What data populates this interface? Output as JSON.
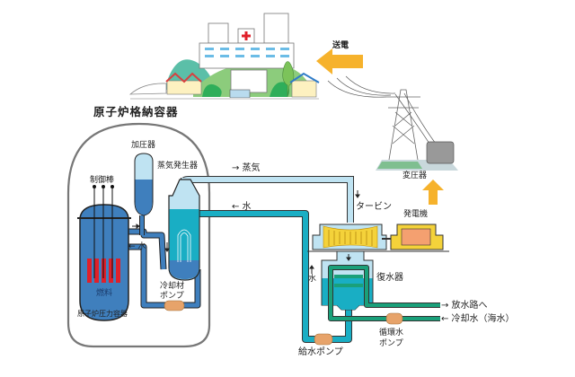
{
  "labels": {
    "containment": "原子炉格納容器",
    "pressurizer": "加圧器",
    "steam_generator": "蒸気発生器",
    "control_rods": "制御棒",
    "fuel": "燃料",
    "pressure_vessel": "原子炉圧力容器",
    "coolant_pump_1": "冷却材",
    "coolant_pump_2": "ポンプ",
    "water_inner": "← 水",
    "steam": "→ 蒸気",
    "water": "← 水",
    "turbine": "タービン",
    "generator": "発電機",
    "transformer": "変圧器",
    "transmission": "送電",
    "condenser": "復水器",
    "water_up": "水",
    "discharge": "→ 放水路へ",
    "cooling_water": "← 冷却水（海水）",
    "circ_pump_1": "循環水",
    "circ_pump_2": "ポンプ",
    "feed_pump": "給水ポンプ"
  },
  "colors": {
    "vessel": "#3f7fbd",
    "light_blue": "#bfe3f2",
    "teal": "#19aec4",
    "fuel_red": "#e0202a",
    "sea_green": "#1aa07a",
    "generator_yellow": "#f4d23a",
    "arrow_orange": "#f6b22c",
    "pump": "#e7a36a"
  }
}
